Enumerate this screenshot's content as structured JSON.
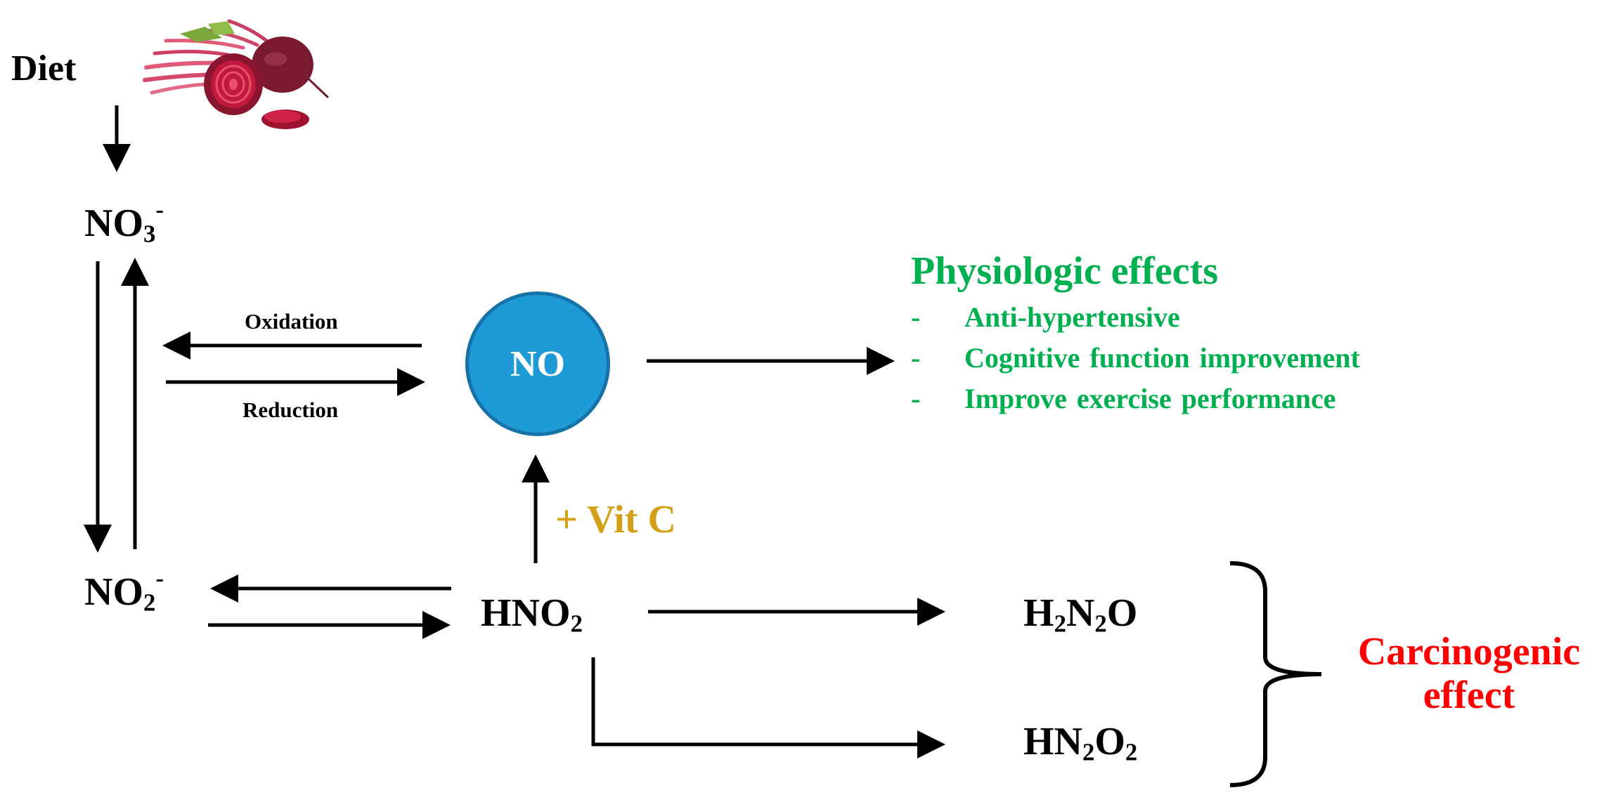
{
  "diet": {
    "label": "Diet"
  },
  "nitrate": {
    "base": "NO",
    "sub": "3",
    "sup": "-"
  },
  "nitrite": {
    "base": "NO",
    "sub": "2",
    "sup": "-"
  },
  "nitric_oxide": {
    "label": "NO",
    "fill": "#1e9ad6"
  },
  "nitrous_acid": {
    "base": "HNO",
    "sub": "2"
  },
  "oxidation": {
    "label": "Oxidation"
  },
  "reduction": {
    "label": "Reduction"
  },
  "vitamin_c": {
    "label": "+ Vit C",
    "color": "#d4a017"
  },
  "physiologic": {
    "title": "Physiologic effects",
    "color": "#00b050",
    "items": [
      {
        "dash": "-",
        "text": "Anti-hypertensive"
      },
      {
        "dash": "-",
        "text": "Cognitive function improvement"
      },
      {
        "dash": "-",
        "text": "Improve exercise performance"
      }
    ]
  },
  "h2n2o": {
    "h": "H",
    "h_sub": "2",
    "n": "N",
    "n_sub": "2",
    "o": "O"
  },
  "hn2o2": {
    "hn": "HN",
    "n_sub": "2",
    "o": "O",
    "o_sub": "2"
  },
  "carcinogenic": {
    "line1": "Carcinogenic",
    "line2": "effect",
    "color": "#ff0000"
  }
}
